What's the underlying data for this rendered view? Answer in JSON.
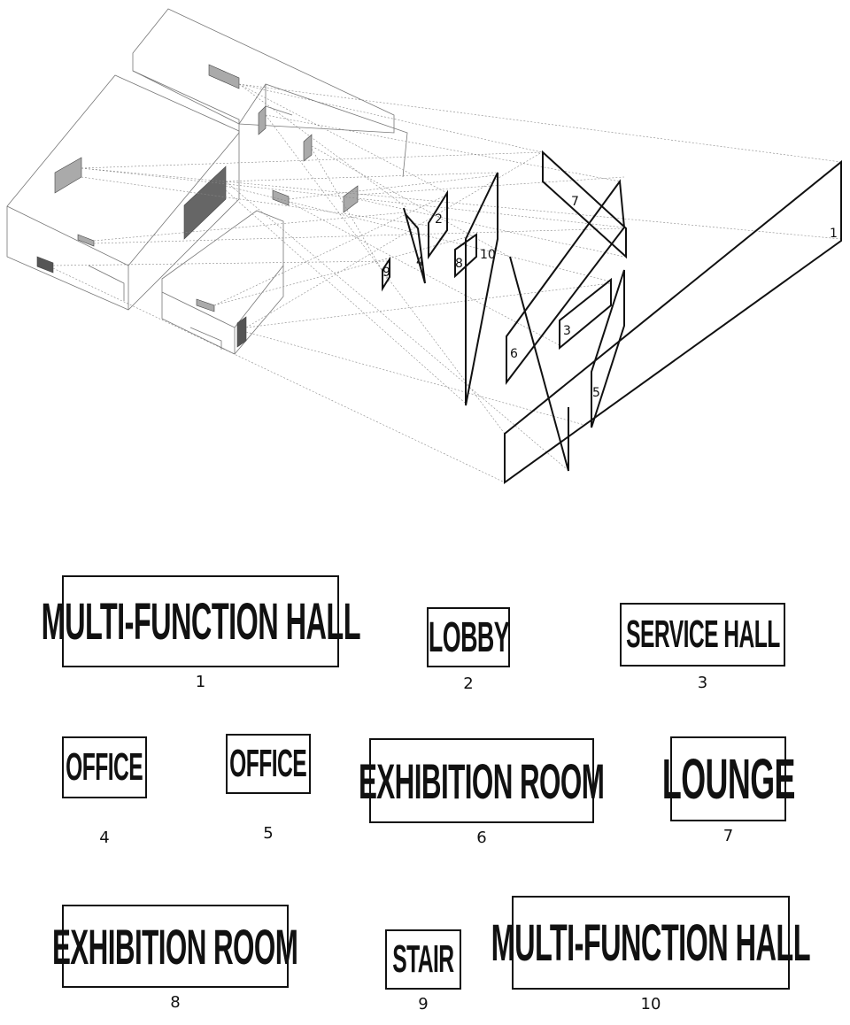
{
  "diagram": {
    "plane_labels": [
      "1",
      "2",
      "3",
      "4",
      "5",
      "6",
      "7",
      "8",
      "9",
      "10"
    ]
  },
  "signs": [
    {
      "number": "1",
      "text": "MULTI-FUNCTION HALL"
    },
    {
      "number": "2",
      "text": "LOBBY"
    },
    {
      "number": "3",
      "text": "SERVICE HALL"
    },
    {
      "number": "4",
      "text": "OFFICE"
    },
    {
      "number": "5",
      "text": "OFFICE"
    },
    {
      "number": "6",
      "text": "EXHIBITION ROOM"
    },
    {
      "number": "7",
      "text": "LOUNGE"
    },
    {
      "number": "8",
      "text": "EXHIBITION ROOM"
    },
    {
      "number": "9",
      "text": "STAIR"
    },
    {
      "number": "10",
      "text": "MULTI-FUNCTION HALL"
    }
  ]
}
